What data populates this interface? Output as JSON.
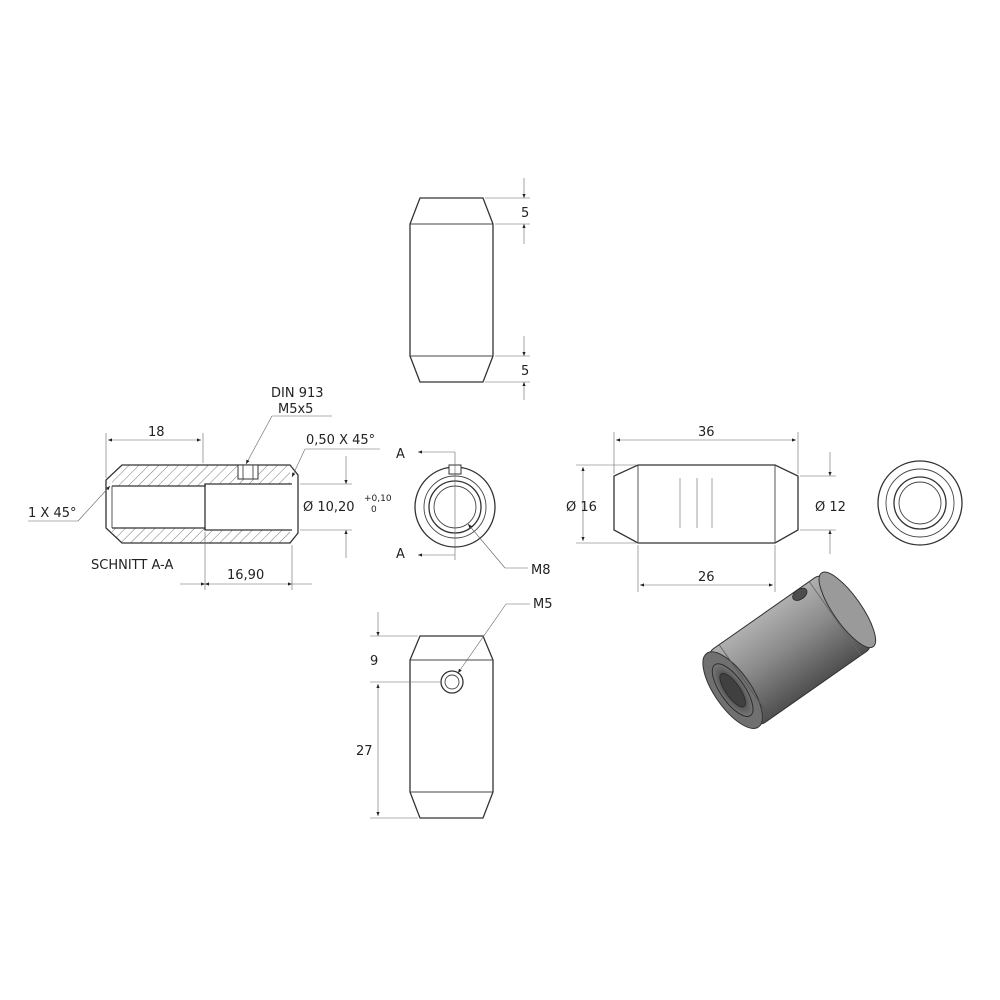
{
  "views": {
    "top": {
      "dim_top": "5",
      "dim_bottom": "5"
    },
    "section": {
      "din_label": "DIN 913",
      "screw_label": "M5x5",
      "dim_18": "18",
      "chamfer_outer": "0,50 X 45°",
      "chamfer_inner": "1 X 45°",
      "diameter_bore": "Ø 10,20",
      "tol_upper": "+0,10",
      "tol_lower": "0",
      "depth": "16,90",
      "title": "SCHNITT A-A"
    },
    "end": {
      "section_mark_top": "A",
      "section_mark_bottom": "A",
      "thread": "M8"
    },
    "side": {
      "length": "36",
      "diameter_outer": "Ø 16",
      "diameter_end": "Ø 12",
      "body_length": "26"
    },
    "front": {
      "thread_small": "M5",
      "dim_9": "9",
      "dim_27": "27"
    }
  },
  "colors": {
    "line": "#333333",
    "hatch": "#555555",
    "body_3d": "#8c8c8c",
    "thread_3d": "#5a5a5a"
  }
}
